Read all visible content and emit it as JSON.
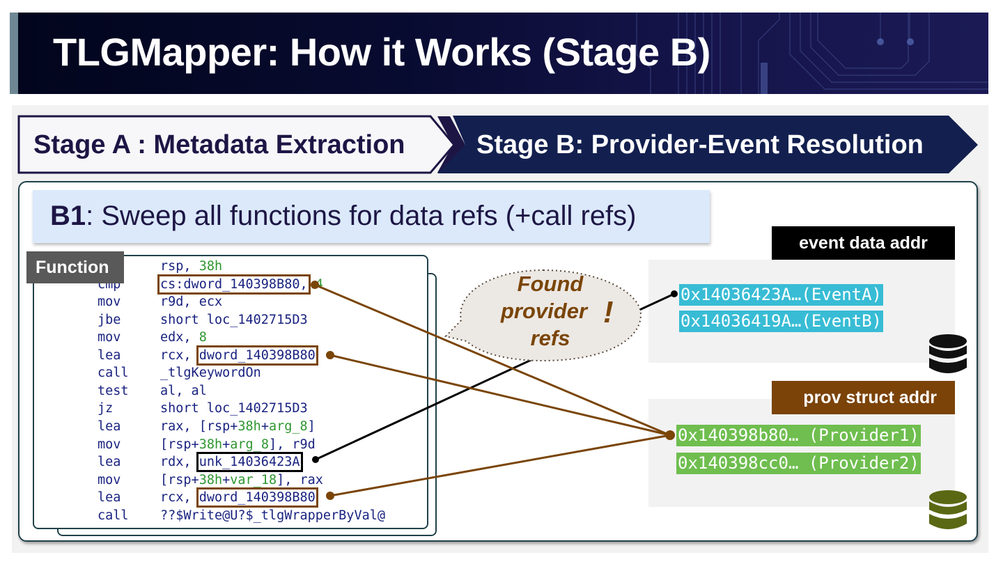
{
  "title": "TLGMapper: How it Works (Stage B)",
  "stages": [
    {
      "label": "Stage A : Metadata Extraction",
      "active": false
    },
    {
      "label": "Stage B: Provider-Event Resolution",
      "active": true
    }
  ],
  "step": {
    "prefix": "B1",
    "text": ": Sweep all functions for data refs (+call refs)"
  },
  "function_tag": "Function",
  "code_lines": [
    {
      "mnemonic": "",
      "operand_parts": [
        {
          "t": "rsp, ",
          "c": "b"
        },
        {
          "t": "38h",
          "c": "g"
        }
      ]
    },
    {
      "mnemonic": "cmp",
      "operand_parts": [
        {
          "t": "cs:dword_140398B80,",
          "c": "b",
          "hl": "brown"
        },
        {
          "t": " 4",
          "c": "g"
        }
      ]
    },
    {
      "mnemonic": "mov",
      "operand_parts": [
        {
          "t": "r9d, ecx",
          "c": "b"
        }
      ]
    },
    {
      "mnemonic": "jbe",
      "operand_parts": [
        {
          "t": "short loc_1402715D3",
          "c": "b"
        }
      ]
    },
    {
      "mnemonic": "mov",
      "operand_parts": [
        {
          "t": "edx, ",
          "c": "b"
        },
        {
          "t": "8",
          "c": "g"
        }
      ]
    },
    {
      "mnemonic": "lea",
      "operand_parts": [
        {
          "t": "rcx, ",
          "c": "b"
        },
        {
          "t": "dword_140398B80",
          "c": "b",
          "hl": "brown"
        }
      ]
    },
    {
      "mnemonic": "call",
      "operand_parts": [
        {
          "t": "_tlgKeywordOn",
          "c": "b"
        }
      ]
    },
    {
      "mnemonic": "test",
      "operand_parts": [
        {
          "t": "al, al",
          "c": "b"
        }
      ]
    },
    {
      "mnemonic": "jz",
      "operand_parts": [
        {
          "t": "short loc_1402715D3",
          "c": "b"
        }
      ]
    },
    {
      "mnemonic": "lea",
      "operand_parts": [
        {
          "t": "rax, [rsp+",
          "c": "b"
        },
        {
          "t": "38h",
          "c": "g"
        },
        {
          "t": "+",
          "c": "b"
        },
        {
          "t": "arg_8",
          "c": "g"
        },
        {
          "t": "]",
          "c": "b"
        }
      ]
    },
    {
      "mnemonic": "mov",
      "operand_parts": [
        {
          "t": "[rsp+",
          "c": "b"
        },
        {
          "t": "38h",
          "c": "g"
        },
        {
          "t": "+",
          "c": "b"
        },
        {
          "t": "arg_8",
          "c": "g"
        },
        {
          "t": "], r9d",
          "c": "b"
        }
      ]
    },
    {
      "mnemonic": "lea",
      "operand_parts": [
        {
          "t": "rdx, ",
          "c": "b"
        },
        {
          "t": "unk_14036423A",
          "c": "b",
          "hl": "black"
        }
      ]
    },
    {
      "mnemonic": "mov",
      "operand_parts": [
        {
          "t": "[rsp+",
          "c": "b"
        },
        {
          "t": "38h",
          "c": "g"
        },
        {
          "t": "+",
          "c": "b"
        },
        {
          "t": "var_18",
          "c": "g"
        },
        {
          "t": "], rax",
          "c": "b"
        }
      ]
    },
    {
      "mnemonic": "lea",
      "operand_parts": [
        {
          "t": "rcx, ",
          "c": "b"
        },
        {
          "t": "dword_140398B80",
          "c": "b",
          "hl": "brown"
        }
      ]
    },
    {
      "mnemonic": "call",
      "operand_parts": [
        {
          "t": "??$Write@U?$_tlgWrapperByVal@",
          "c": "b"
        }
      ]
    }
  ],
  "bubble": {
    "lines": [
      "Found",
      "provider",
      "refs"
    ],
    "exclaim": "!"
  },
  "event_table": {
    "header": "event data addr",
    "rows": [
      "0x14036423A…(EventA)",
      "0x14036419A…(EventB)"
    ]
  },
  "provider_table": {
    "header": "prov struct  addr",
    "rows": [
      "0x140398b80… (Provider1)",
      "0x140398cc0… (Provider2)"
    ]
  },
  "icons": {
    "event_db": "database-icon",
    "provider_db": "database-icon"
  },
  "colors": {
    "title_bg": "#02051c",
    "stage_active": "#13204f",
    "stage_text": "#1d1645",
    "brown": "#7a4506",
    "event_highlight": "#38bcd5",
    "provider_highlight": "#6fbe4f",
    "event_db": "#111111",
    "provider_db": "#5a6814"
  }
}
